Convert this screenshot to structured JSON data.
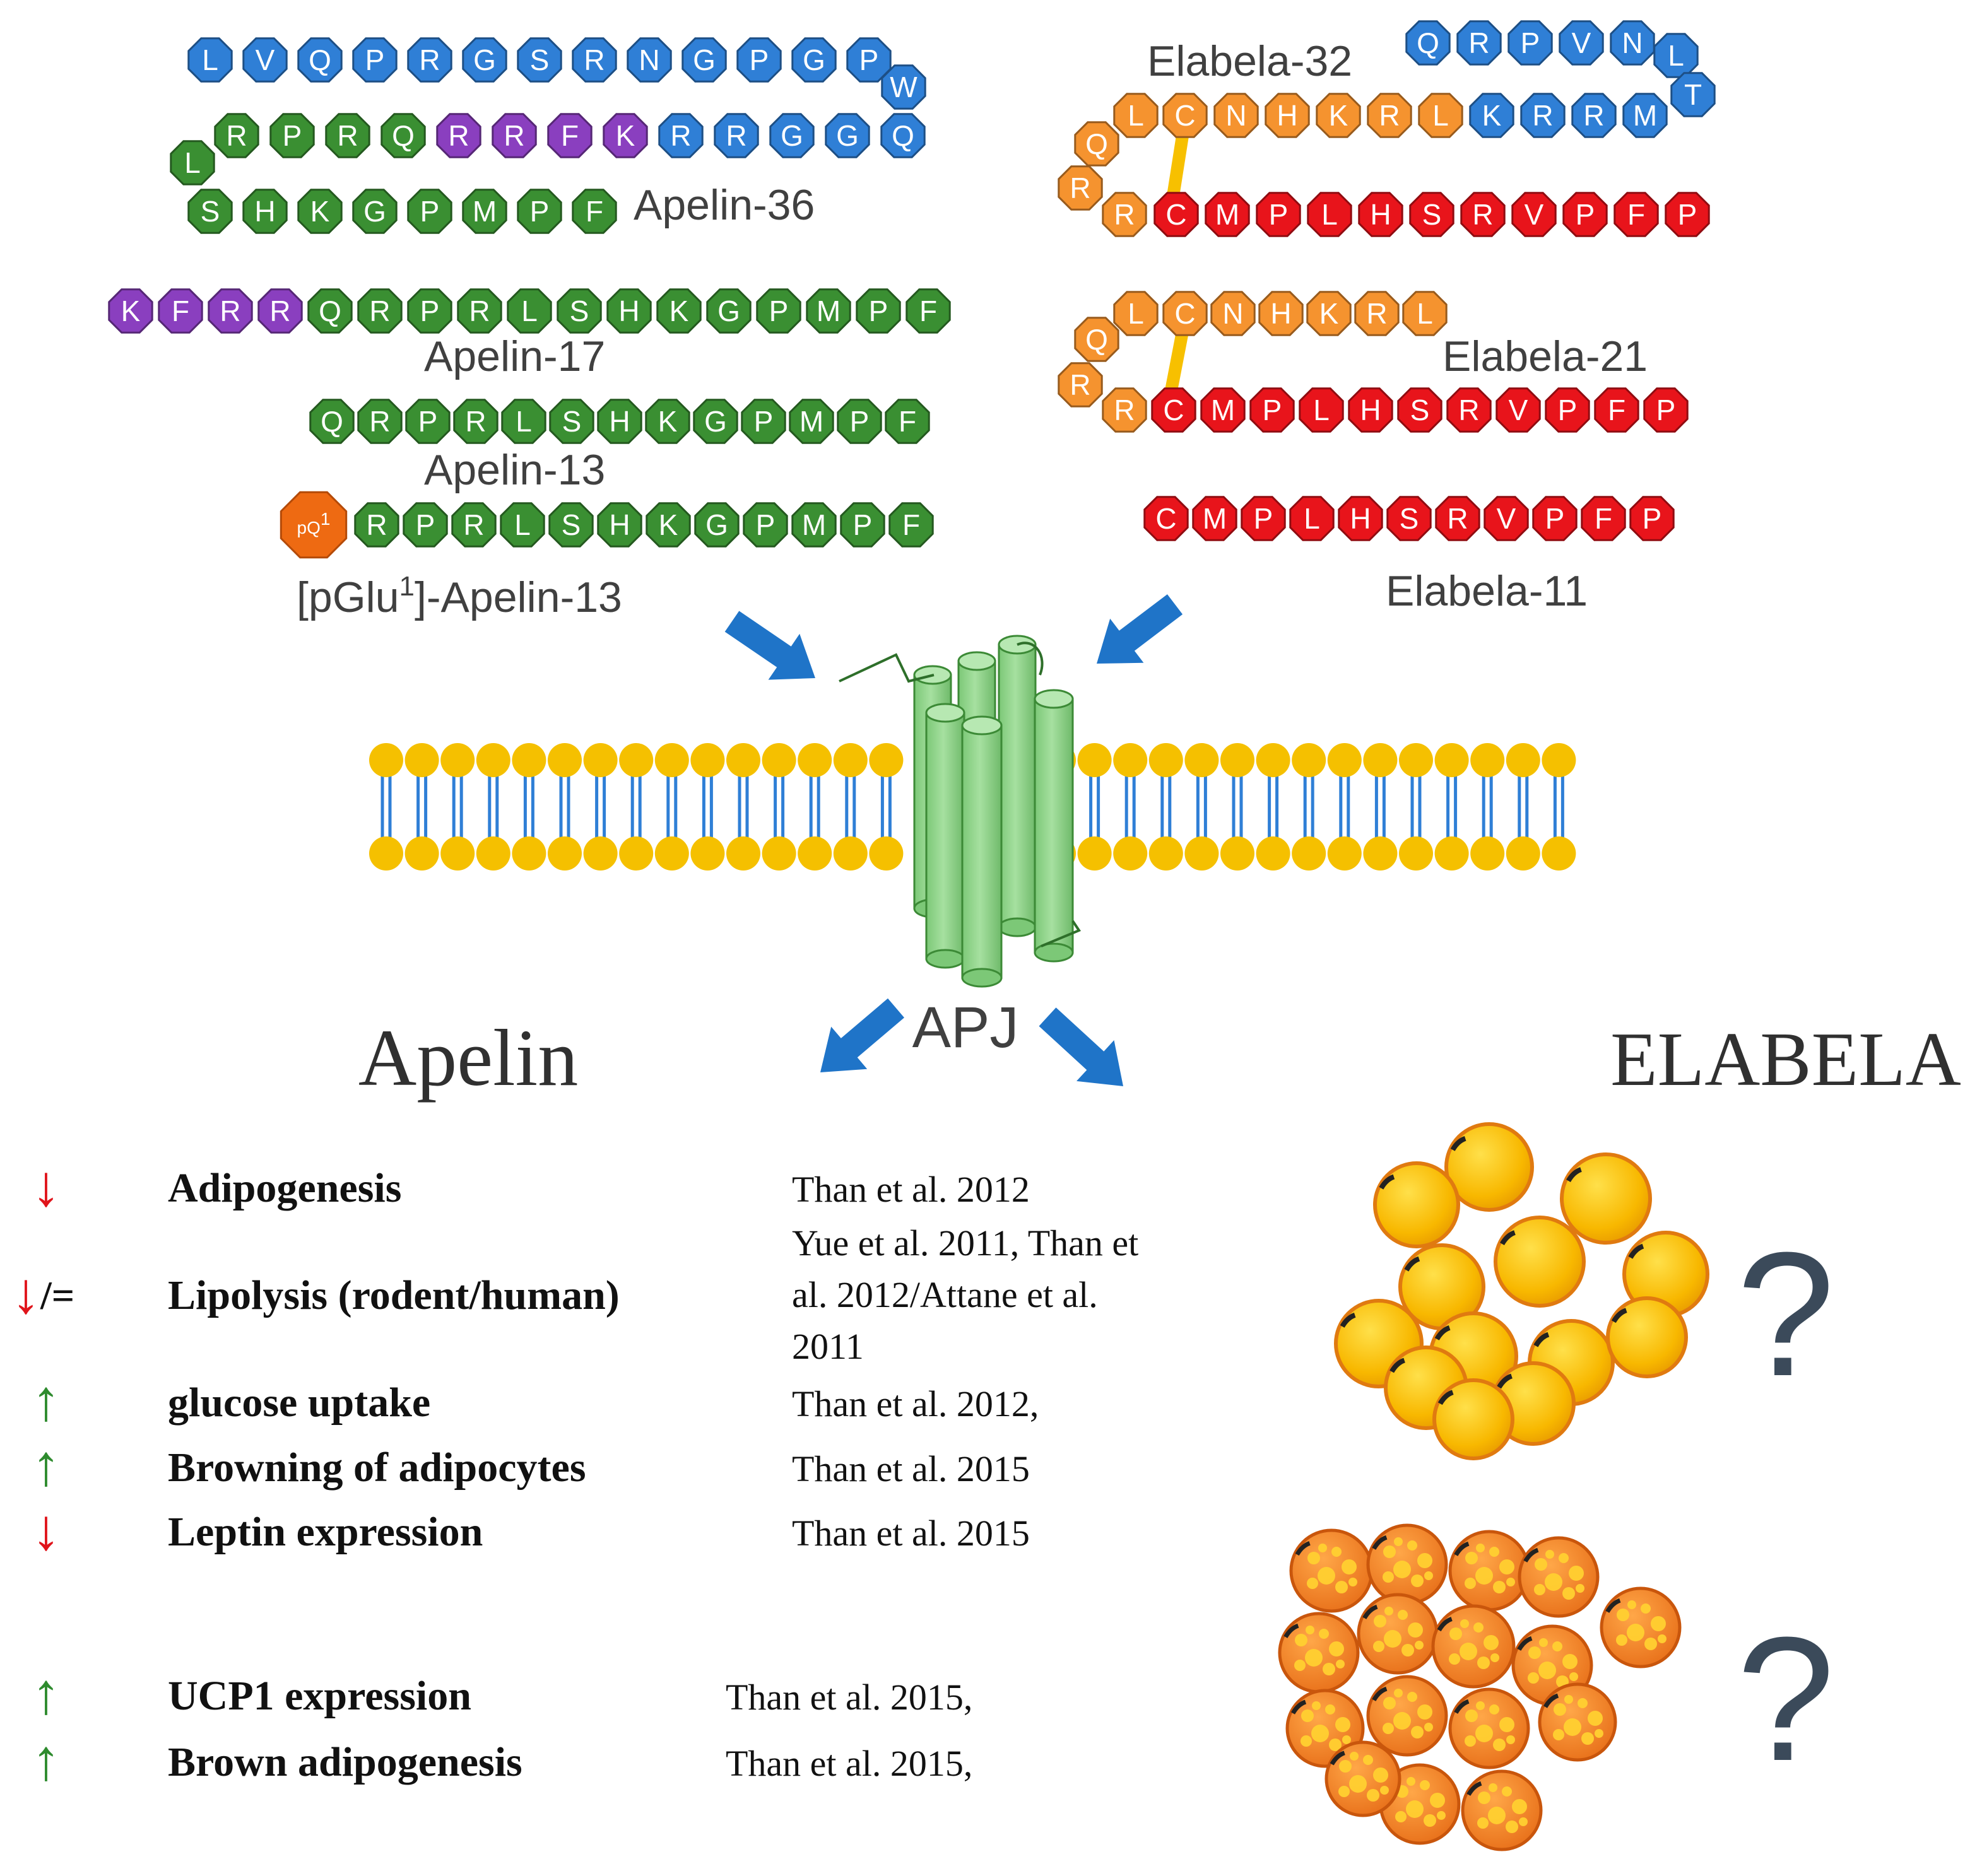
{
  "colors": {
    "blue": "#2f7fd6",
    "green": "#3a8f32",
    "purple": "#8a3fbf",
    "orange": "#f5932f",
    "red": "#e8141b",
    "dark_orange": "#ee6a12",
    "arrow_blue": "#1f74c8",
    "lipid": "#f5c000",
    "receptor": "#8fd48a",
    "disulfide": "#f7c000",
    "up": "#2e8b2e",
    "down": "#e0141b",
    "question": "#3b4a5a"
  },
  "peptides": [
    {
      "name": "apelin-36-row1",
      "residues": [
        {
          "l": "L",
          "c": "blue"
        },
        {
          "l": "V",
          "c": "blue"
        },
        {
          "l": "Q",
          "c": "blue"
        },
        {
          "l": "P",
          "c": "blue"
        },
        {
          "l": "R",
          "c": "blue"
        },
        {
          "l": "G",
          "c": "blue"
        },
        {
          "l": "S",
          "c": "blue"
        },
        {
          "l": "R",
          "c": "blue"
        },
        {
          "l": "N",
          "c": "blue"
        },
        {
          "l": "G",
          "c": "blue"
        },
        {
          "l": "P",
          "c": "blue"
        },
        {
          "l": "G",
          "c": "blue"
        },
        {
          "l": "P",
          "c": "blue"
        },
        {
          "l": "W",
          "c": "blue"
        }
      ]
    },
    {
      "name": "apelin-36-row2",
      "residues": [
        {
          "l": "L",
          "c": "green"
        },
        {
          "l": "R",
          "c": "green"
        },
        {
          "l": "P",
          "c": "green"
        },
        {
          "l": "R",
          "c": "green"
        },
        {
          "l": "Q",
          "c": "green"
        },
        {
          "l": "R",
          "c": "purple"
        },
        {
          "l": "R",
          "c": "purple"
        },
        {
          "l": "F",
          "c": "purple"
        },
        {
          "l": "K",
          "c": "purple"
        },
        {
          "l": "R",
          "c": "blue"
        },
        {
          "l": "R",
          "c": "blue"
        },
        {
          "l": "G",
          "c": "blue"
        },
        {
          "l": "G",
          "c": "blue"
        },
        {
          "l": "Q",
          "c": "blue"
        }
      ]
    },
    {
      "name": "apelin-36-row3",
      "residues": [
        {
          "l": "S",
          "c": "green"
        },
        {
          "l": "H",
          "c": "green"
        },
        {
          "l": "K",
          "c": "green"
        },
        {
          "l": "G",
          "c": "green"
        },
        {
          "l": "P",
          "c": "green"
        },
        {
          "l": "M",
          "c": "green"
        },
        {
          "l": "P",
          "c": "green"
        },
        {
          "l": "F",
          "c": "green"
        }
      ]
    },
    {
      "name": "apelin-17",
      "residues": [
        {
          "l": "K",
          "c": "purple"
        },
        {
          "l": "F",
          "c": "purple"
        },
        {
          "l": "R",
          "c": "purple"
        },
        {
          "l": "R",
          "c": "purple"
        },
        {
          "l": "Q",
          "c": "green"
        },
        {
          "l": "R",
          "c": "green"
        },
        {
          "l": "P",
          "c": "green"
        },
        {
          "l": "R",
          "c": "green"
        },
        {
          "l": "L",
          "c": "green"
        },
        {
          "l": "S",
          "c": "green"
        },
        {
          "l": "H",
          "c": "green"
        },
        {
          "l": "K",
          "c": "green"
        },
        {
          "l": "G",
          "c": "green"
        },
        {
          "l": "P",
          "c": "green"
        },
        {
          "l": "M",
          "c": "green"
        },
        {
          "l": "P",
          "c": "green"
        },
        {
          "l": "F",
          "c": "green"
        }
      ]
    },
    {
      "name": "apelin-13",
      "residues": [
        {
          "l": "Q",
          "c": "green"
        },
        {
          "l": "R",
          "c": "green"
        },
        {
          "l": "P",
          "c": "green"
        },
        {
          "l": "R",
          "c": "green"
        },
        {
          "l": "L",
          "c": "green"
        },
        {
          "l": "S",
          "c": "green"
        },
        {
          "l": "H",
          "c": "green"
        },
        {
          "l": "K",
          "c": "green"
        },
        {
          "l": "G",
          "c": "green"
        },
        {
          "l": "P",
          "c": "green"
        },
        {
          "l": "M",
          "c": "green"
        },
        {
          "l": "P",
          "c": "green"
        },
        {
          "l": "F",
          "c": "green"
        }
      ]
    },
    {
      "name": "pglu-apelin-13",
      "residues": [
        {
          "l": "R",
          "c": "green"
        },
        {
          "l": "P",
          "c": "green"
        },
        {
          "l": "R",
          "c": "green"
        },
        {
          "l": "L",
          "c": "green"
        },
        {
          "l": "S",
          "c": "green"
        },
        {
          "l": "H",
          "c": "green"
        },
        {
          "l": "K",
          "c": "green"
        },
        {
          "l": "G",
          "c": "green"
        },
        {
          "l": "P",
          "c": "green"
        },
        {
          "l": "M",
          "c": "green"
        },
        {
          "l": "P",
          "c": "green"
        },
        {
          "l": "F",
          "c": "green"
        }
      ]
    },
    {
      "name": "elabela-32-top",
      "residues": [
        {
          "l": "Q",
          "c": "blue"
        },
        {
          "l": "R",
          "c": "blue"
        },
        {
          "l": "P",
          "c": "blue"
        },
        {
          "l": "V",
          "c": "blue"
        },
        {
          "l": "N",
          "c": "blue"
        },
        {
          "l": "L",
          "c": "blue"
        },
        {
          "l": "T",
          "c": "blue"
        }
      ]
    },
    {
      "name": "elabela-32-mid",
      "residues": [
        {
          "l": "Q",
          "c": "orange"
        },
        {
          "l": "L",
          "c": "orange"
        },
        {
          "l": "C",
          "c": "orange"
        },
        {
          "l": "N",
          "c": "orange"
        },
        {
          "l": "H",
          "c": "orange"
        },
        {
          "l": "K",
          "c": "orange"
        },
        {
          "l": "R",
          "c": "orange"
        },
        {
          "l": "L",
          "c": "orange"
        },
        {
          "l": "K",
          "c": "blue"
        },
        {
          "l": "R",
          "c": "blue"
        },
        {
          "l": "R",
          "c": "blue"
        },
        {
          "l": "M",
          "c": "blue"
        }
      ]
    },
    {
      "name": "elabela-32-bottom",
      "residues": [
        {
          "l": "R",
          "c": "orange"
        },
        {
          "l": "R",
          "c": "orange"
        },
        {
          "l": "C",
          "c": "red"
        },
        {
          "l": "M",
          "c": "red"
        },
        {
          "l": "P",
          "c": "red"
        },
        {
          "l": "L",
          "c": "red"
        },
        {
          "l": "H",
          "c": "red"
        },
        {
          "l": "S",
          "c": "red"
        },
        {
          "l": "R",
          "c": "red"
        },
        {
          "l": "V",
          "c": "red"
        },
        {
          "l": "P",
          "c": "red"
        },
        {
          "l": "F",
          "c": "red"
        },
        {
          "l": "P",
          "c": "red"
        }
      ]
    },
    {
      "name": "elabela-21-top",
      "residues": [
        {
          "l": "Q",
          "c": "orange"
        },
        {
          "l": "L",
          "c": "orange"
        },
        {
          "l": "C",
          "c": "orange"
        },
        {
          "l": "N",
          "c": "orange"
        },
        {
          "l": "H",
          "c": "orange"
        },
        {
          "l": "K",
          "c": "orange"
        },
        {
          "l": "R",
          "c": "orange"
        },
        {
          "l": "L",
          "c": "orange"
        }
      ]
    },
    {
      "name": "elabela-21-bottom",
      "residues": [
        {
          "l": "R",
          "c": "orange"
        },
        {
          "l": "R",
          "c": "orange"
        },
        {
          "l": "C",
          "c": "red"
        },
        {
          "l": "M",
          "c": "red"
        },
        {
          "l": "P",
          "c": "red"
        },
        {
          "l": "L",
          "c": "red"
        },
        {
          "l": "H",
          "c": "red"
        },
        {
          "l": "S",
          "c": "red"
        },
        {
          "l": "R",
          "c": "red"
        },
        {
          "l": "V",
          "c": "red"
        },
        {
          "l": "P",
          "c": "red"
        },
        {
          "l": "F",
          "c": "red"
        },
        {
          "l": "P",
          "c": "red"
        }
      ]
    },
    {
      "name": "elabela-11",
      "residues": [
        {
          "l": "C",
          "c": "red"
        },
        {
          "l": "M",
          "c": "red"
        },
        {
          "l": "P",
          "c": "red"
        },
        {
          "l": "L",
          "c": "red"
        },
        {
          "l": "H",
          "c": "red"
        },
        {
          "l": "S",
          "c": "red"
        },
        {
          "l": "R",
          "c": "red"
        },
        {
          "l": "V",
          "c": "red"
        },
        {
          "l": "P",
          "c": "red"
        },
        {
          "l": "F",
          "c": "red"
        },
        {
          "l": "P",
          "c": "red"
        }
      ]
    }
  ],
  "pglu_label": "pQ",
  "pglu_sup": "1",
  "labels": {
    "apelin36": "Apelin-36",
    "apelin17": "Apelin-17",
    "apelin13": "Apelin-13",
    "pglu_prefix": "[pGlu",
    "pglu_sup": "1",
    "pglu_suffix": "]-Apelin-13",
    "elabela32": "Elabela-32",
    "elabela21": "Elabela-21",
    "elabela11": "Elabela-11",
    "receptor": "APJ",
    "apelin_heading": "Apelin",
    "elabela_heading": "ELABELA"
  },
  "effects": [
    {
      "arrow": "↓",
      "dir": "down",
      "suffix": "",
      "label": "Adipogenesis",
      "refs": [
        "Than et al. 2012"
      ]
    },
    {
      "arrow": "↓",
      "dir": "down",
      "suffix": "/=",
      "label": "Lipolysis (rodent/human)",
      "refs": [
        "Yue et al. 2011, Than et",
        "al. 2012/Attane et al.",
        "2011"
      ]
    },
    {
      "arrow": "↑",
      "dir": "up",
      "suffix": "",
      "label": "glucose uptake",
      "refs": [
        "Than et al. 2012,"
      ]
    },
    {
      "arrow": "↑",
      "dir": "up",
      "suffix": "",
      "label": "Browning of adipocytes",
      "refs": [
        "Than et al. 2015"
      ]
    },
    {
      "arrow": "↓",
      "dir": "down",
      "suffix": "",
      "label": "Leptin expression",
      "refs": [
        "Than et al. 2015"
      ]
    },
    {
      "arrow": "↑",
      "dir": "up",
      "suffix": "",
      "label": "UCP1 expression",
      "refs": [
        "Than et al. 2015,"
      ]
    },
    {
      "arrow": "↑",
      "dir": "up",
      "suffix": "",
      "label": "Brown adipogenesis",
      "refs": [
        "Than et al. 2015,"
      ]
    }
  ],
  "question_marks": [
    "?",
    "?"
  ]
}
